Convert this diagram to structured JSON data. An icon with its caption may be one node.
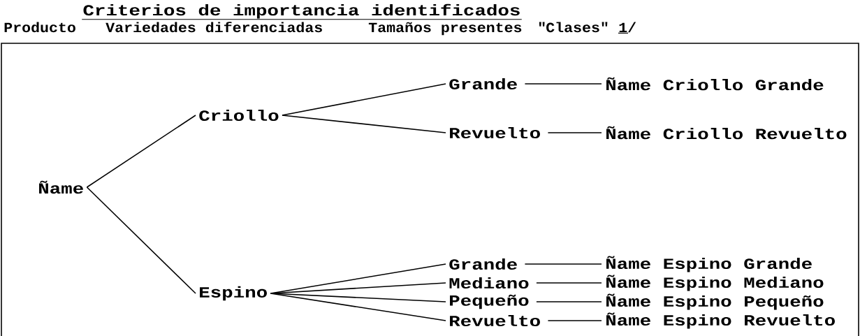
{
  "diagram": {
    "title": "Criterios de importancia identificados",
    "nodes": [
      {
        "text": [
          "Ñame"
        ]
      },
      {
        "text": [
          "Criollo"
        ]
      },
      {
        "text": [
          "Espino"
        ]
      },
      {
        "text": [
          "Grande"
        ]
      },
      {
        "text": [
          "Revuelto"
        ]
      },
      {
        "text": [
          "Grande"
        ]
      },
      {
        "text": [
          "Mediano"
        ]
      },
      {
        "text": [
          "Pequeño"
        ]
      },
      {
        "text": [
          "Revuelto"
        ]
      },
      {
        "text": [
          "Ñame Criollo Grande"
        ]
      },
      {
        "text": [
          "Ñame Criollo Revuelto"
        ]
      },
      {
        "text": [
          "Ñame Espino Grande"
        ]
      },
      {
        "text": [
          "Ñame Espino Mediano"
        ]
      },
      {
        "text": [
          "Ñame Espino Pequeño"
        ]
      },
      {
        "text": [
          "Ñame Espino Revuelto"
        ]
      }
    ],
    "edges": [
      {
        "from": 0,
        "to": 1,
        "arrow": "none"
      },
      {
        "from": 0,
        "to": 2,
        "arrow": "none"
      },
      {
        "from": 1,
        "to": 3,
        "arrow": "none"
      },
      {
        "from": 1,
        "to": 4,
        "arrow": "none"
      },
      {
        "from": 2,
        "to": 5,
        "arrow": "none"
      },
      {
        "from": 2,
        "to": 6,
        "arrow": "none"
      },
      {
        "from": 2,
        "to": 7,
        "arrow": "none"
      },
      {
        "from": 2,
        "to": 8,
        "arrow": "none"
      },
      {
        "from": 3,
        "to": 9,
        "arrow": "none"
      },
      {
        "from": 4,
        "to": 10,
        "arrow": "none"
      },
      {
        "from": 5,
        "to": 11,
        "arrow": "none"
      },
      {
        "from": 6,
        "to": 12,
        "arrow": "none"
      },
      {
        "from": 7,
        "to": 13,
        "arrow": "none"
      },
      {
        "from": 8,
        "to": 14,
        "arrow": "none"
      }
    ],
    "labels": [
      "Producto",
      "Variedades diferenciadas",
      "Tamaños presentes",
      "\"Clases\"",
      "1/"
    ]
  }
}
